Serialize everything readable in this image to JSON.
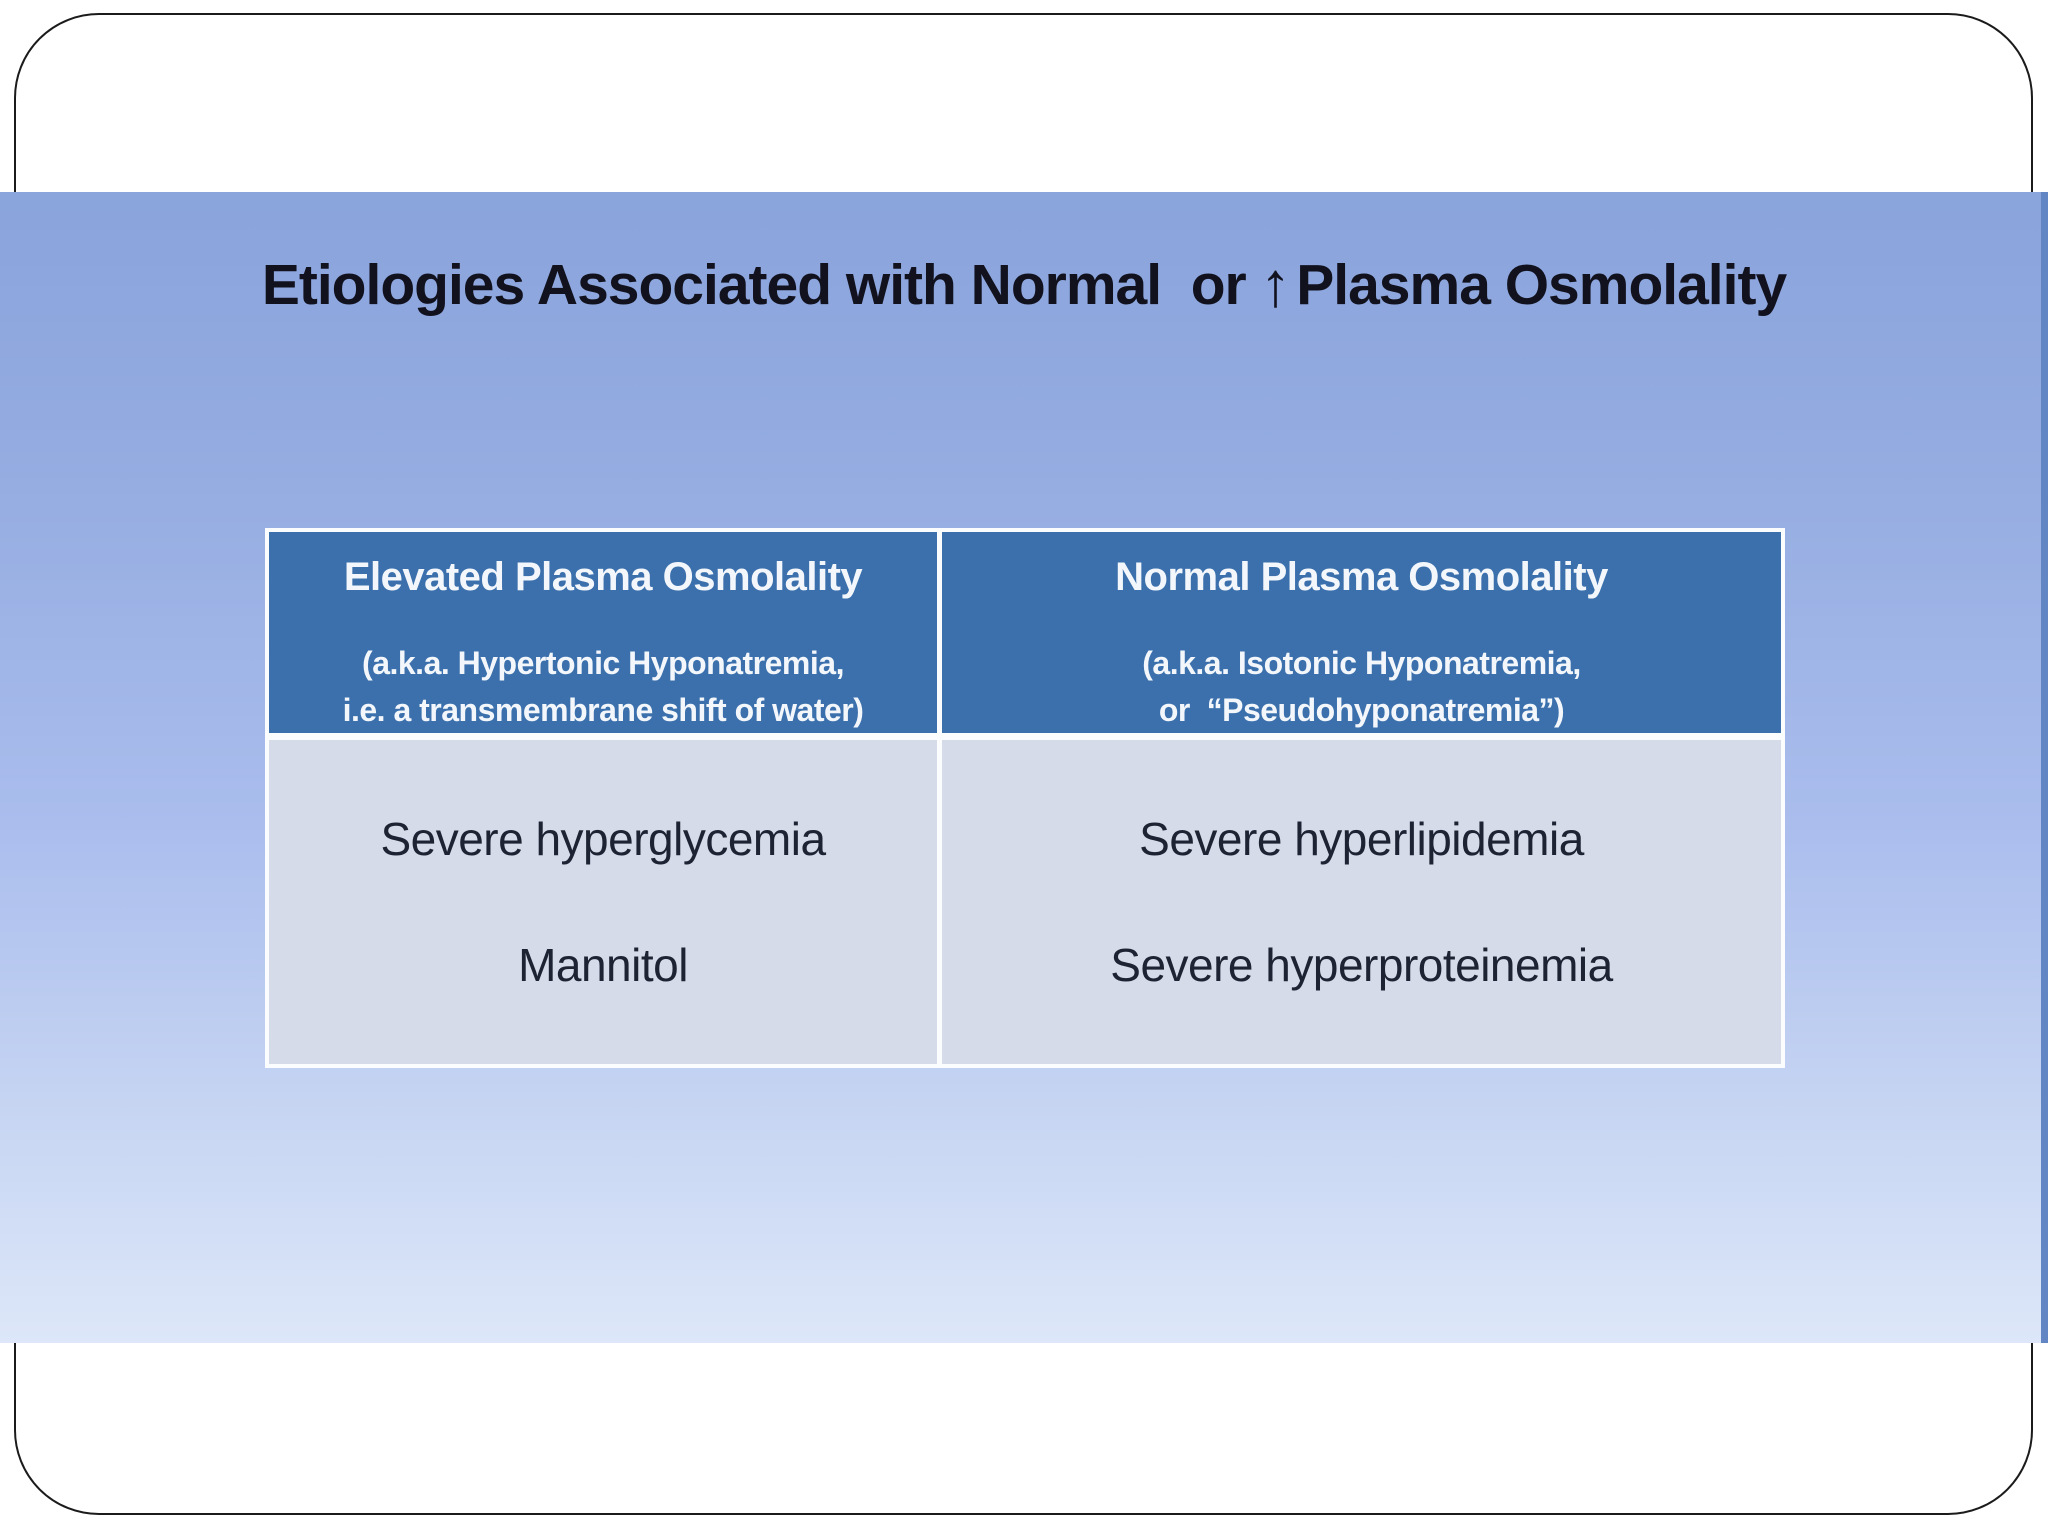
{
  "slide": {
    "title_prefix": "Etiologies Associated with Normal  or",
    "title_arrow_glyph": "↑",
    "title_suffix": "Plasma Osmolality"
  },
  "table": {
    "columns": [
      {
        "header": "Elevated Plasma Osmolality",
        "subheader_line1": "(a.k.a. Hypertonic Hyponatremia,",
        "subheader_line2": "i.e. a transmembrane shift of water)",
        "items": [
          "Severe hyperglycemia",
          "Mannitol"
        ]
      },
      {
        "header": "Normal Plasma Osmolality",
        "subheader_line1": "(a.k.a. Isotonic Hyponatremia,",
        "subheader_line2": "or  “Pseudohyponatremia”)",
        "items": [
          "Severe hyperlipidemia",
          "Severe hyperproteinemia"
        ]
      }
    ]
  },
  "colors": {
    "band_top": "#8aa4dc",
    "band_bottom": "#dde7f9",
    "header_bg": "#3b70ad",
    "header_text": "#f3f7fb",
    "body_bg": "#d5dbe9",
    "body_text": "#1d2332",
    "title_text": "#12121f",
    "frame_border": "#1b1b1b"
  }
}
